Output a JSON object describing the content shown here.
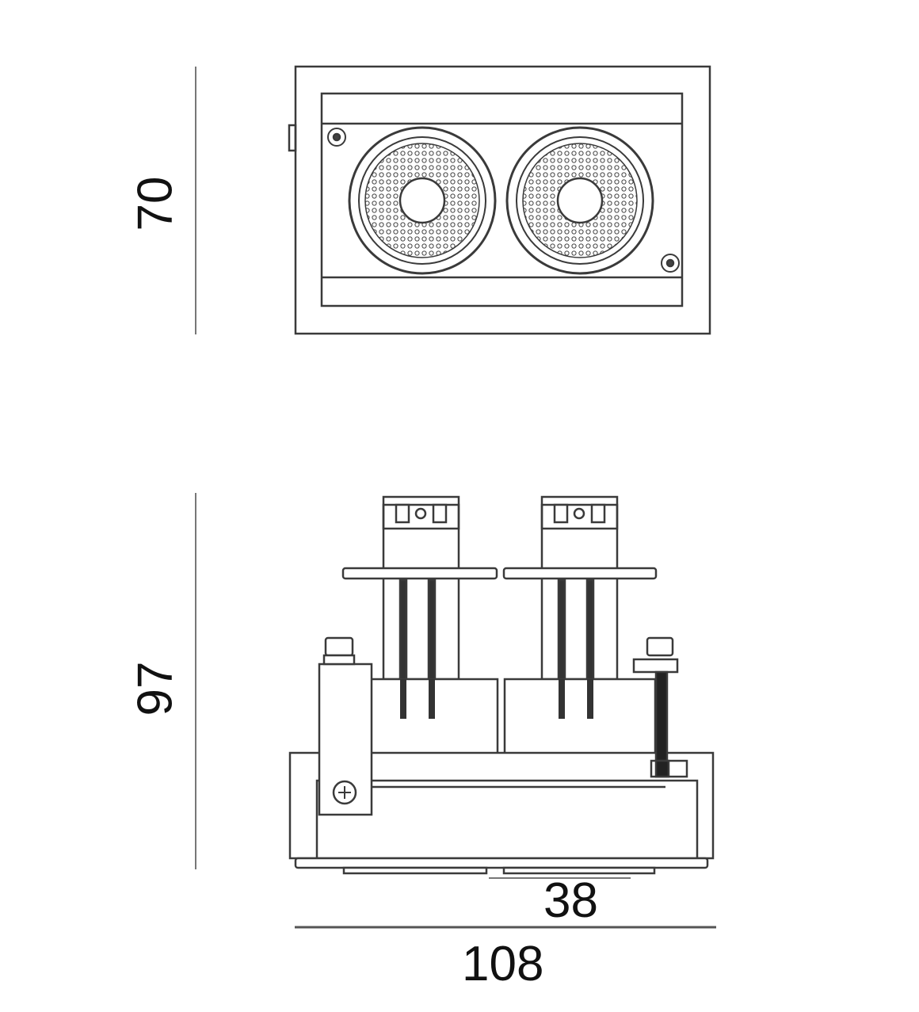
{
  "drawing": {
    "subject": "twin-head recessed adjustable downlight",
    "views": [
      {
        "name": "front-view",
        "description": "Face view showing rectangular trim with two circular honeycomb lenses and two corner screws"
      },
      {
        "name": "side-view",
        "description": "Side elevation showing two lamp heads with mounting bars, springs/clips and base frame"
      }
    ]
  },
  "dimensions": {
    "front_height": {
      "value": "70",
      "orientation": "vertical"
    },
    "side_height": {
      "value": "97",
      "orientation": "vertical"
    },
    "module_width": {
      "value": "38",
      "orientation": "horizontal"
    },
    "overall_width": {
      "value": "108",
      "orientation": "horizontal"
    }
  },
  "colors": {
    "line": "#3a3a3a",
    "dim_line": "#777777",
    "text": "#111111",
    "background": "#ffffff"
  }
}
